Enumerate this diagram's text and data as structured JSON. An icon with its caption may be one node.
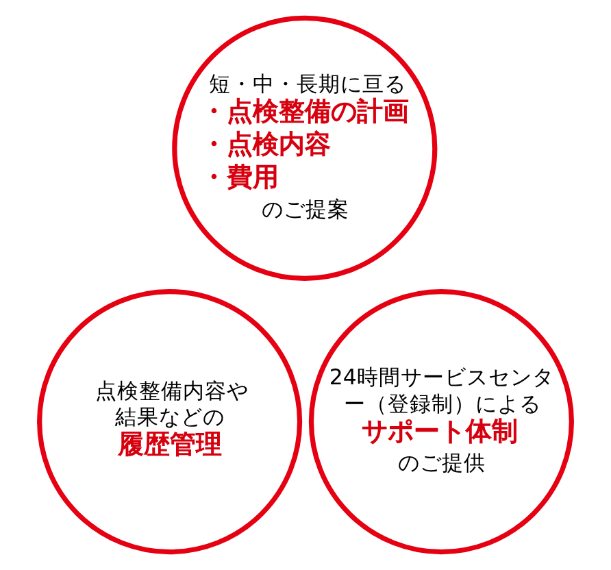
{
  "diagram": {
    "nodes": [
      {
        "text": [
          "短・中・長期に亘る",
          "・点検整備の計画",
          "・点検内容",
          "・費用",
          "のご提案"
        ]
      },
      {
        "text": [
          "点検整備内容や結果などの",
          "履歴管理"
        ]
      },
      {
        "text": [
          "24時間サービスセンター（登録制）による",
          "サポート体制",
          "のご提供"
        ]
      }
    ],
    "edges": []
  }
}
